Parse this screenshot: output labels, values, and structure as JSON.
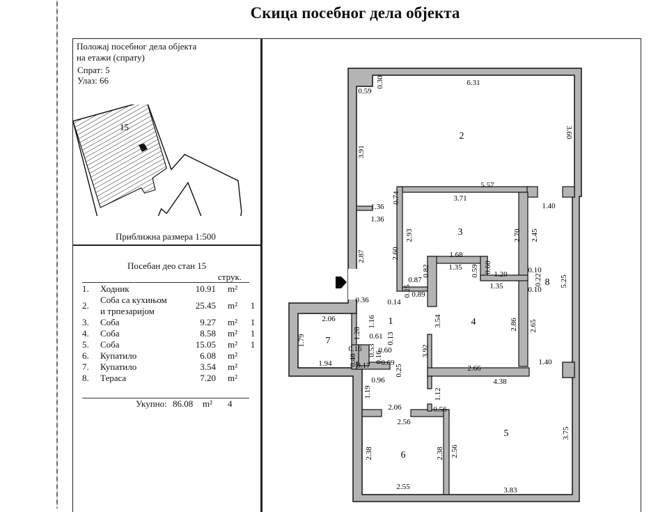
{
  "title": "Скица посебног дела објекта",
  "location": {
    "heading_line1": "Положај посебног дела објекта",
    "heading_line2": "на етажи (спрату)",
    "floor": "Спрат: 5",
    "entrance": "Улаз: 66",
    "unit_label": "15",
    "scale": "Приближна размера  1:500"
  },
  "unit_table": {
    "title": "Посебан део стан  15",
    "struct_header": "струк.",
    "rows": [
      {
        "no": "1.",
        "name": "Ходник",
        "area": "10.91",
        "unit": "m²",
        "struct": ""
      },
      {
        "no": "2.",
        "name": "Соба са кухињом и трпезаријом",
        "area": "25.45",
        "unit": "m²",
        "struct": "1"
      },
      {
        "no": "3.",
        "name": "Соба",
        "area": "9.27",
        "unit": "m²",
        "struct": "1"
      },
      {
        "no": "4.",
        "name": "Соба",
        "area": "8.58",
        "unit": "m²",
        "struct": "1"
      },
      {
        "no": "5.",
        "name": "Соба",
        "area": "15.05",
        "unit": "m²",
        "struct": "1"
      },
      {
        "no": "6.",
        "name": "Купатило",
        "area": "6.08",
        "unit": "m²",
        "struct": ""
      },
      {
        "no": "7.",
        "name": "Купатило",
        "area": "3.54",
        "unit": "m²",
        "struct": ""
      },
      {
        "no": "8.",
        "name": "Тераса",
        "area": "7.20",
        "unit": "m²",
        "struct": ""
      }
    ],
    "total_label": "Укупно:",
    "total_area": "86.08",
    "total_unit": "m²",
    "total_struct": "4"
  },
  "plan": {
    "wall_color": "#b4b4b4",
    "labels": [
      "0.59",
      "0.30",
      "6.31",
      "3.91",
      "2",
      "3.60",
      "5.57",
      "3.71",
      "1.36",
      "0.74",
      "1.36",
      "1.40",
      "3",
      "2.93",
      "2.70",
      "2.45",
      "2.87",
      "2.60",
      "1.68",
      "1.35",
      "0.59",
      "0.60",
      "1.20",
      "0.82",
      "0.87",
      "0.10",
      "0.22",
      "0.10",
      "8",
      "5.25",
      "1.35",
      "0.89",
      "0.25",
      "0.14",
      "0.36",
      "1",
      "2.06",
      "1.16",
      "3.54",
      "4",
      "2.86",
      "2.65",
      "1.28",
      "1.79",
      "7",
      "0.61",
      "0.13",
      "0.16",
      "0.53",
      "0.60",
      "0.16",
      "0.46",
      "1.94",
      "0.69",
      "0.17",
      "3.92",
      "0.25",
      "2.66",
      "1.40",
      "0.96",
      "4.38",
      "1.19",
      "1.12",
      "2.06",
      "0.56",
      "2.56",
      "5",
      "3.75",
      "2.38",
      "6",
      "2.38",
      "2.56",
      "2.55",
      "3.83"
    ]
  }
}
